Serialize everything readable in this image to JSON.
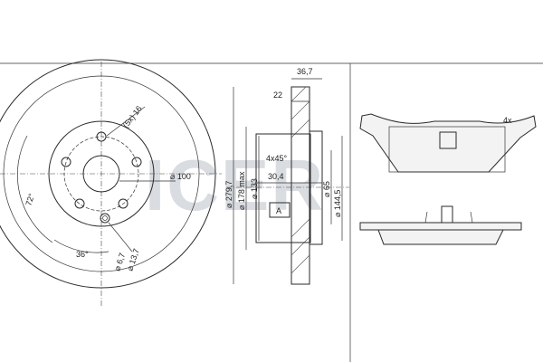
{
  "watermark": "ICER",
  "disc_front": {
    "bolt_pattern": "(5x) 16",
    "center_bore": "⌀ 100",
    "angle_large": "72°",
    "angle_small": "36°",
    "hole_a": "⌀ 13,7",
    "hole_b": "⌀ 6,7"
  },
  "disc_section": {
    "overall_width": "36,7",
    "hub_width": "22",
    "chamfer": "4x45°",
    "offset": "30,4",
    "diameter_outer": "⌀ 279,7",
    "diameter_max": "⌀ 178 max",
    "diameter_hat": "⌀ 133",
    "diameter_bore": "⌀ 65",
    "diameter_pcd": "⌀ 144,5",
    "datum": "A"
  },
  "brake_pad": {
    "quantity": "4x"
  }
}
